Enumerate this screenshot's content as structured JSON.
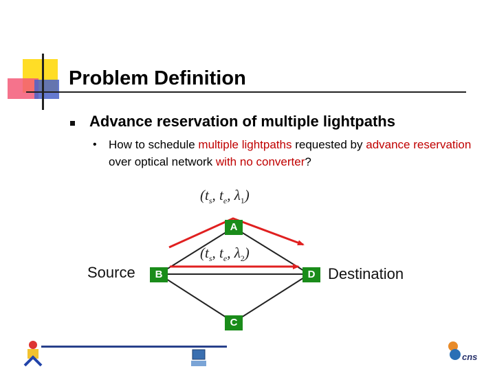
{
  "slide": {
    "title": "Problem Definition",
    "bullet1": "Advance reservation of multiple lightpaths",
    "bullet2_parts": [
      {
        "text": "How to schedule ",
        "highlight": false
      },
      {
        "text": "multiple lightpaths",
        "highlight": true
      },
      {
        "text": " requested by ",
        "highlight": false
      },
      {
        "text": "advance reservation",
        "highlight": true
      },
      {
        "text": " over optical network ",
        "highlight": false
      },
      {
        "text": "with no converter",
        "highlight": true
      },
      {
        "text": "?",
        "highlight": false
      }
    ]
  },
  "diagram": {
    "nodes": {
      "a": "A",
      "b": "B",
      "c": "C",
      "d": "D"
    },
    "source_label": "Source",
    "destination_label": "Destination",
    "formula1": {
      "ts": "t",
      "ts_sub": "s",
      "te": "t",
      "te_sub": "e",
      "lambda": "λ",
      "lambda_sub": "1"
    },
    "formula2": {
      "ts": "t",
      "ts_sub": "s",
      "te": "t",
      "te_sub": "e",
      "lambda": "λ",
      "lambda_sub": "2"
    },
    "arrow_color": "#e02020",
    "node_color": "#1a8c1a"
  },
  "footer": {
    "logo_text": "cns"
  }
}
